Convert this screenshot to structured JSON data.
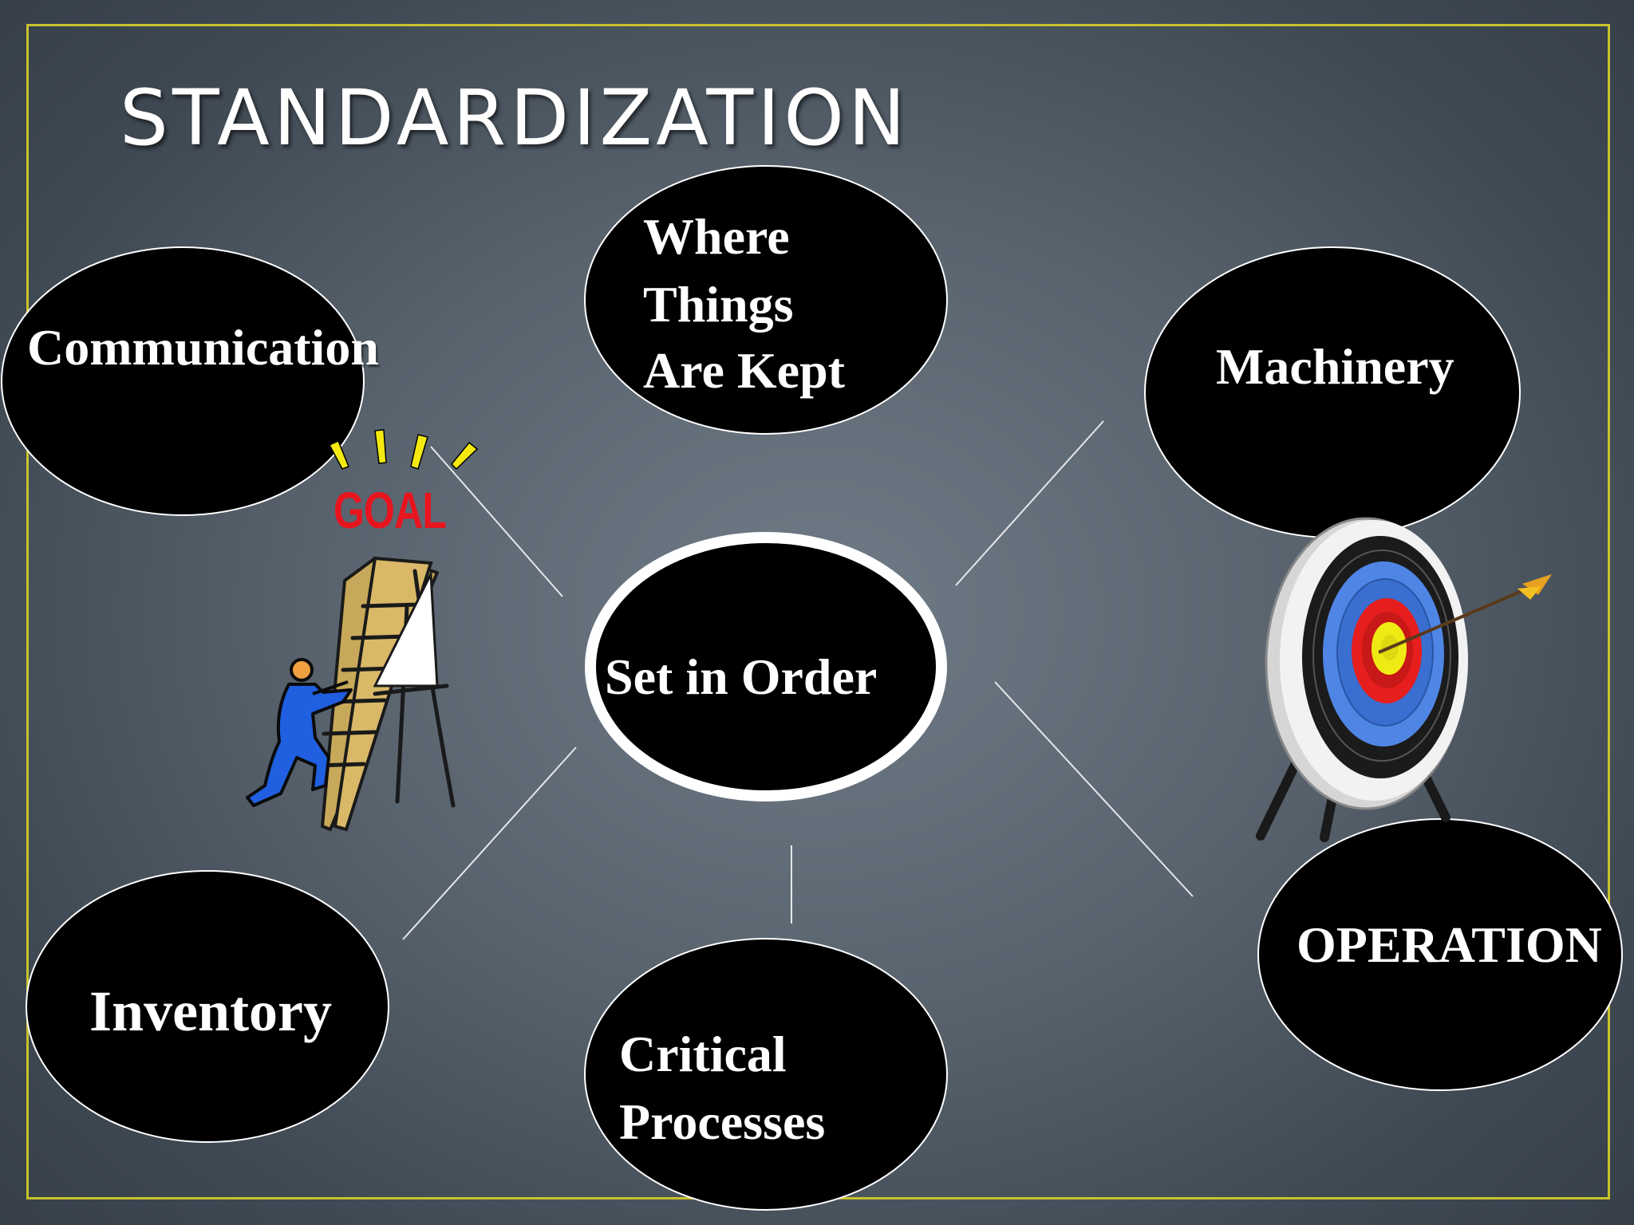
{
  "slide": {
    "title": "STANDARDIZATION",
    "accent_color": "#c9c22c"
  },
  "diagram": {
    "center": {
      "label": "Set in Order"
    },
    "nodes": [
      {
        "id": "communication",
        "label": "Communication"
      },
      {
        "id": "where-things-kept",
        "lines": [
          "Where",
          "Things",
          "Are Kept"
        ]
      },
      {
        "id": "machinery",
        "label": "Machinery"
      },
      {
        "id": "inventory",
        "label": "Inventory"
      },
      {
        "id": "critical-processes",
        "lines": [
          "Critical",
          "Processes"
        ]
      },
      {
        "id": "operation",
        "label": "OPERATION"
      }
    ]
  },
  "illustrations": {
    "ladder_clipart": {
      "icon": "ladder-climber-icon",
      "sign_text": "GOAL",
      "sign_color": "#e8141e"
    },
    "target_clipart": {
      "icon": "archery-target-icon"
    }
  }
}
